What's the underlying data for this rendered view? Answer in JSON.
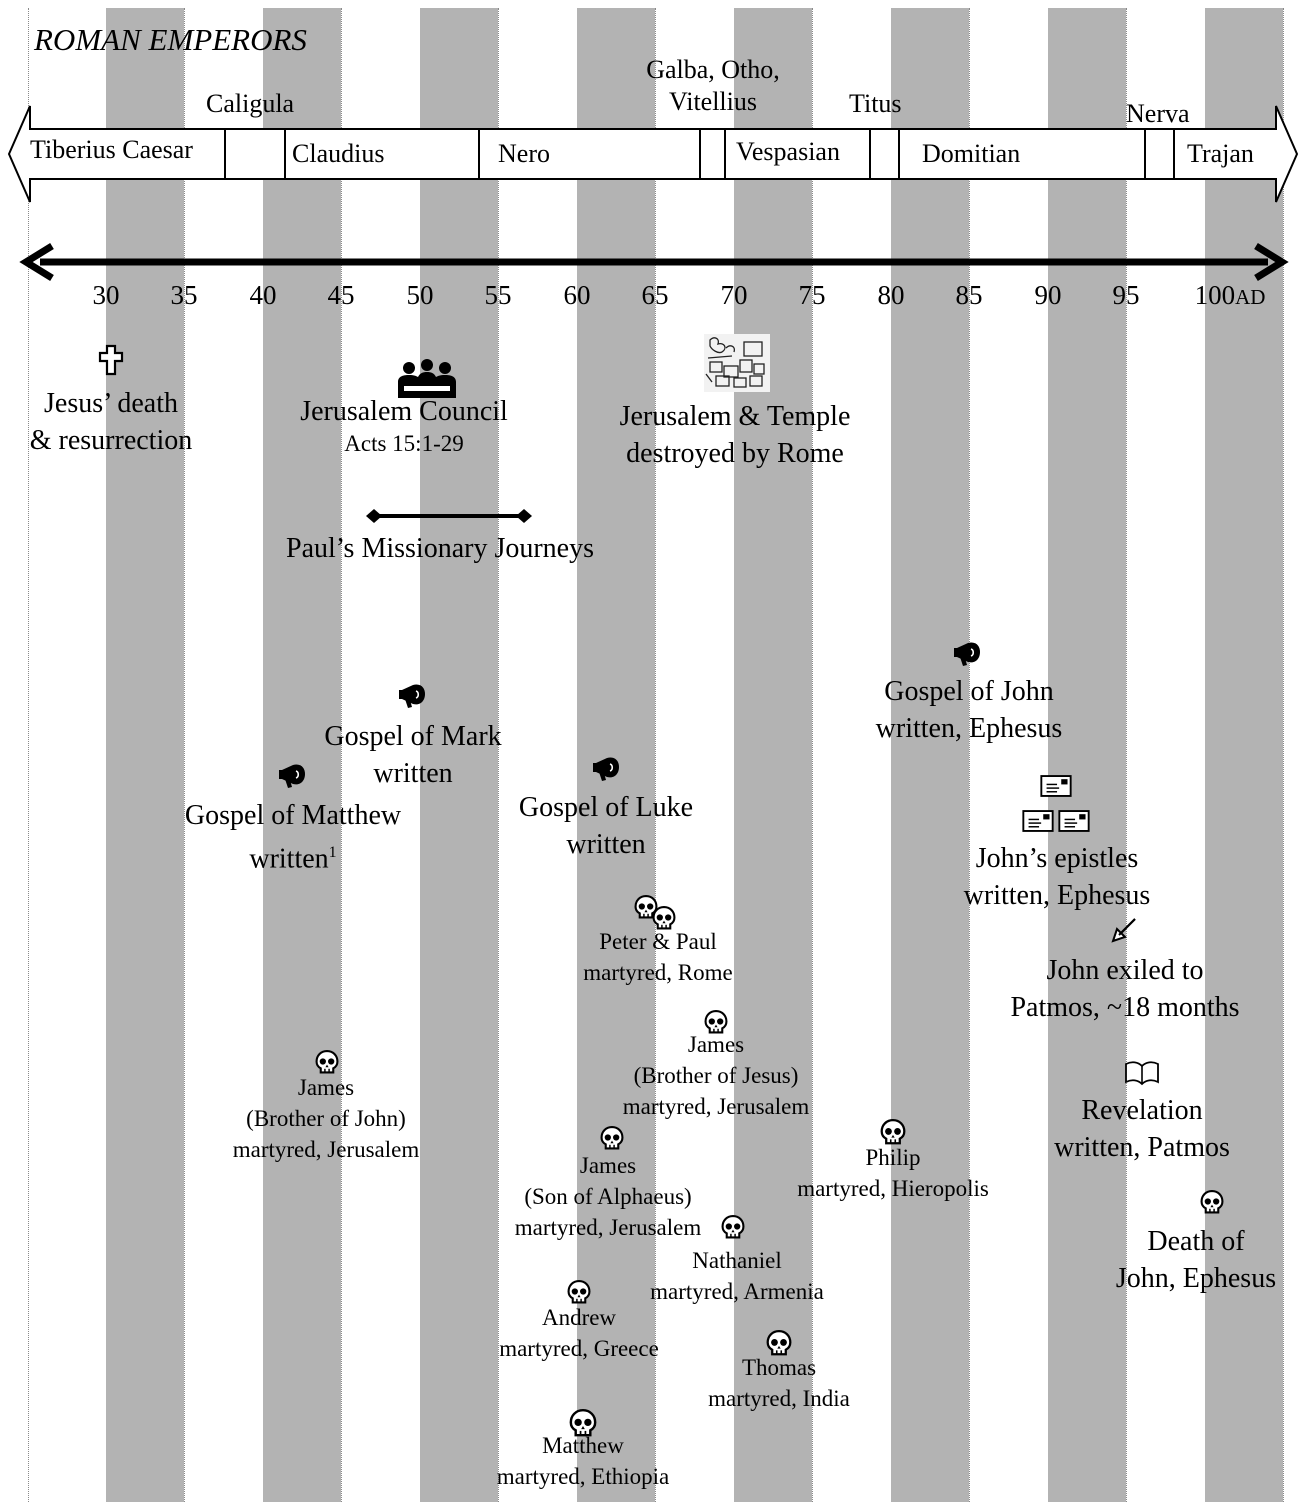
{
  "title": "ROMAN EMPERORS",
  "emperors": {
    "tiberius": "Tiberius Caesar",
    "caligula": "Caligula",
    "claudius": "Claudius",
    "nero": "Nero",
    "galba_otho_vitellius": [
      "Galba, Otho,",
      "Vitellius"
    ],
    "vespasian": "Vespasian",
    "titus": "Titus",
    "domitian": "Domitian",
    "nerva": "Nerva",
    "trajan": "Trajan"
  },
  "axis": {
    "ticks": [
      "30",
      "35",
      "40",
      "45",
      "50",
      "55",
      "60",
      "65",
      "70",
      "75",
      "80",
      "85",
      "90",
      "95",
      "100"
    ],
    "suffix": "AD"
  },
  "events": {
    "jesus": [
      "Jesus’ death",
      "& resurrection"
    ],
    "council": [
      "Jerusalem Council",
      "Acts 15:1-29"
    ],
    "temple": [
      "Jerusalem & Temple",
      "destroyed by Rome"
    ],
    "journeys": "Paul’s Missionary Journeys",
    "mark": [
      "Gospel of Mark",
      "written"
    ],
    "matthew": [
      "Gospel of Matthew",
      "written",
      "1"
    ],
    "luke": [
      "Gospel of Luke",
      "written"
    ],
    "john_gospel": [
      "Gospel of John",
      "written, Ephesus"
    ],
    "john_epistles": [
      "John’s epistles",
      "written, Ephesus"
    ],
    "john_exile": [
      "John exiled to",
      "Patmos, ~18 months"
    ],
    "revelation": [
      "Revelation",
      "written, Patmos"
    ],
    "john_death": [
      "Death of",
      "John, Ephesus"
    ],
    "peter_paul": [
      "Peter & Paul",
      "martyred, Rome"
    ],
    "james_jesus": [
      "James",
      "(Brother of Jesus)",
      "martyred, Jerusalem"
    ],
    "james_john": [
      "James",
      "(Brother of John)",
      "martyred, Jerusalem"
    ],
    "james_alphaeus": [
      "James",
      "(Son of Alphaeus)",
      "martyred, Jerusalem"
    ],
    "philip": [
      "Philip",
      "martyred, Hieropolis"
    ],
    "nathaniel": [
      "Nathaniel",
      "martyred, Armenia"
    ],
    "andrew": [
      "Andrew",
      "martyred, Greece"
    ],
    "thomas": [
      "Thomas",
      "martyred, India"
    ],
    "matthew_m": [
      "Matthew",
      "martyred, Ethiopia"
    ]
  },
  "icons": {
    "cross": "cross-icon",
    "council": "council-group-icon",
    "ruins": "ruins-icon",
    "gospel": "megaphone-icon",
    "epistle": "letter-icon",
    "exile": "arrow-icon",
    "revelation": "book-icon",
    "martyr": "skull-icon"
  },
  "colors": {
    "band": "#b3b3b3",
    "ink": "#000000"
  }
}
